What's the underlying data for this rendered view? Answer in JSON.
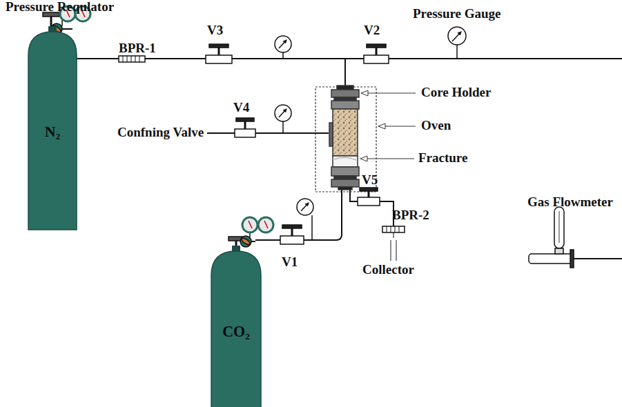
{
  "diagram": {
    "nodes": [
      {
        "text": [
          "N₂"
        ]
      },
      {
        "text": [
          "CO₂"
        ]
      }
    ],
    "edges": [],
    "labels": [
      "Pressure Requlator",
      "BPR-1",
      "V3",
      "V2",
      "Pressure Gauge",
      "Core Holder",
      "Oven",
      "Confning Valve",
      "V4",
      "Fracture",
      "Gas Flowmeter",
      "V5",
      "BPR-2",
      "Collector",
      "V1"
    ]
  }
}
